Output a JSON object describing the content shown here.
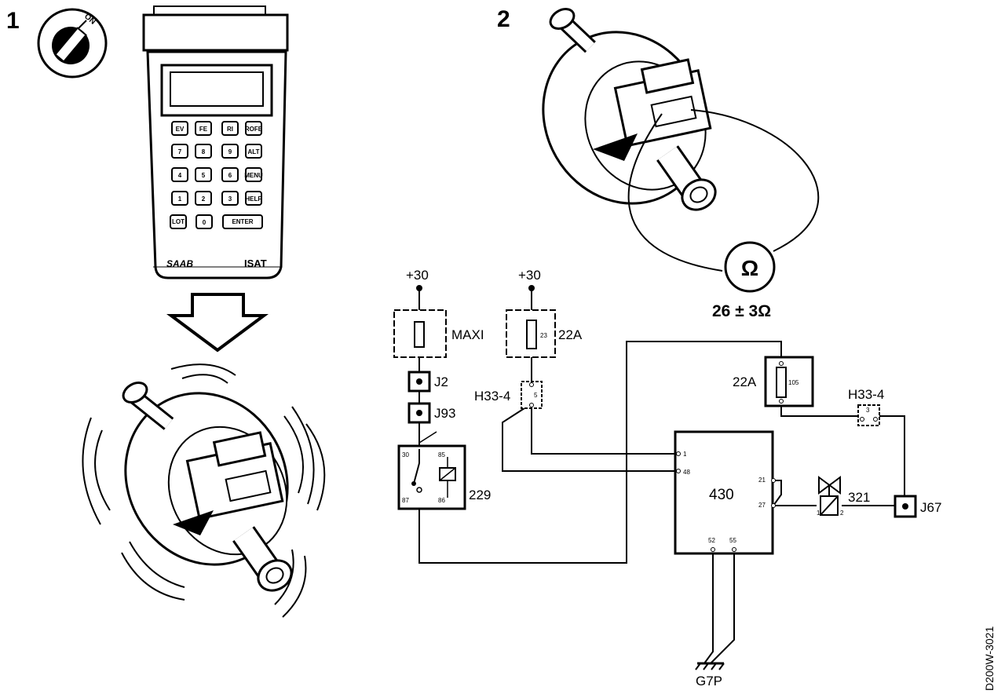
{
  "figure": {
    "step1_label": "1",
    "step2_label": "2",
    "ignition_on_label": "ON",
    "drawing_code": "D200W-3021"
  },
  "tester": {
    "keys": [
      [
        "EV",
        "FE",
        "RI",
        "ROFE"
      ],
      [
        "7",
        "8",
        "9",
        "ALT"
      ],
      [
        "4",
        "5",
        "6",
        "MENU"
      ],
      [
        "1",
        "2",
        "3",
        "HELP"
      ]
    ],
    "bottom_keys": [
      "LOT",
      "0",
      "ENTER"
    ],
    "brand": "SAAB",
    "model": "ISAT"
  },
  "measurement": {
    "ohm_symbol": "Ω",
    "resistance": "26 ± 3Ω"
  },
  "wiring": {
    "supply_left": "+30",
    "supply_mid": "+30",
    "fuse_maxi": "MAXI",
    "fuse_22a_top": "22A",
    "fuse_22a_top_pin": "23",
    "fuse_22a_right": "22A",
    "fuse_22a_right_pin": "105",
    "connector_j2": "J2",
    "connector_j93": "J93",
    "connector_h33_left": "H33-4",
    "connector_h33_left_pin": "5",
    "connector_h33_right": "H33-4",
    "connector_h33_right_pin": "3",
    "relay": "229",
    "relay_pins": [
      "30",
      "85",
      "87",
      "86"
    ],
    "ecu": "430",
    "ecu_pins": [
      "1",
      "48",
      "21",
      "27",
      "52",
      "55"
    ],
    "valve": "321",
    "valve_pins": [
      "1",
      "2"
    ],
    "connector_j67": "J67",
    "ground": "G7P"
  }
}
